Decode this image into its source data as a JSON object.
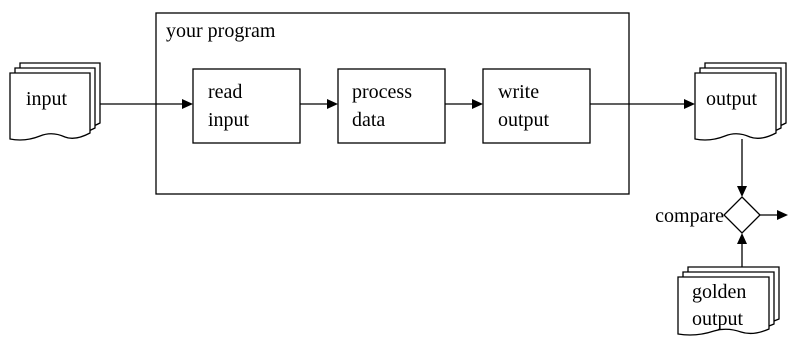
{
  "container": {
    "title": "your program"
  },
  "input_doc": {
    "label": "input"
  },
  "steps": [
    {
      "line1": "read",
      "line2": "input"
    },
    {
      "line1": "process",
      "line2": "data"
    },
    {
      "line1": "write",
      "line2": "output"
    }
  ],
  "output_doc": {
    "label": "output"
  },
  "compare": {
    "label": "compare"
  },
  "golden_doc": {
    "line1": "golden",
    "line2": "output"
  }
}
